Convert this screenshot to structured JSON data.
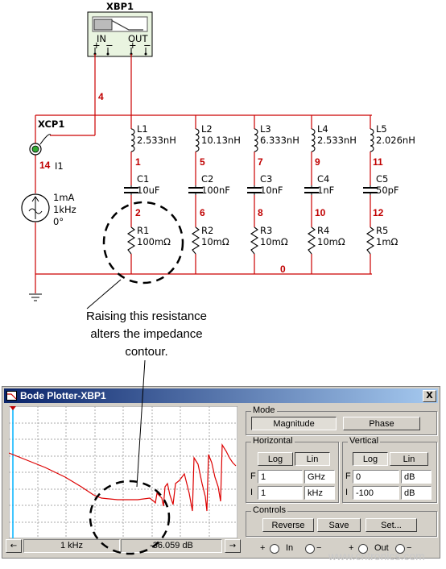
{
  "schematic": {
    "xbp1_label": "XBP1",
    "xbp1_in": "IN",
    "xbp1_out": "OUT",
    "xcp1_label": "XCP1",
    "source": {
      "name": "I1",
      "value1": "1mA",
      "value2": "1kHz",
      "value3": "0°"
    },
    "nets": {
      "n4": "4",
      "n14": "14",
      "n1": "1",
      "n2": "2",
      "n5": "5",
      "n6": "6",
      "n7": "7",
      "n8": "8",
      "n9": "9",
      "n10": "10",
      "n11": "11",
      "n12": "12",
      "n0": "0"
    },
    "inductors": [
      {
        "name": "L1",
        "value": "2.533nH"
      },
      {
        "name": "L2",
        "value": "10.13nH"
      },
      {
        "name": "L3",
        "value": "6.333nH"
      },
      {
        "name": "L4",
        "value": "2.533nH"
      },
      {
        "name": "L5",
        "value": "2.026nH"
      }
    ],
    "capacitors": [
      {
        "name": "C1",
        "value": "10uF"
      },
      {
        "name": "C2",
        "value": "100nF"
      },
      {
        "name": "C3",
        "value": "10nF"
      },
      {
        "name": "C4",
        "value": "1nF"
      },
      {
        "name": "C5",
        "value": "50pF"
      }
    ],
    "resistors": [
      {
        "name": "R1",
        "value": "100mΩ"
      },
      {
        "name": "R2",
        "value": "10mΩ"
      },
      {
        "name": "R3",
        "value": "10mΩ"
      },
      {
        "name": "R4",
        "value": "10mΩ"
      },
      {
        "name": "R5",
        "value": "1mΩ"
      }
    ],
    "colors": {
      "wire": "#cc0000",
      "component": "#000000",
      "net_label": "#c00000"
    }
  },
  "caption": {
    "line1": "Raising this resistance",
    "line2": "alters the impedance",
    "line3": "contour."
  },
  "bode_window": {
    "title": "Bode Plotter-XBP1",
    "close_label": "X",
    "readout_freq": "1 kHz",
    "readout_db": "-36.059 dB",
    "nav_left": "←",
    "nav_right": "→",
    "mode": {
      "label": "Mode",
      "magnitude": "Magnitude",
      "phase": "Phase",
      "selected": "Magnitude"
    },
    "horizontal": {
      "label": "Horizontal",
      "log": "Log",
      "lin": "Lin",
      "selected": "Lin",
      "f_label": "F",
      "f_value": "1",
      "f_unit": "GHz",
      "i_label": "I",
      "i_value": "1",
      "i_unit": "kHz"
    },
    "vertical": {
      "label": "Vertical",
      "log": "Log",
      "lin": "Lin",
      "selected": "Log",
      "f_label": "F",
      "f_value": "0",
      "f_unit": "dB",
      "i_label": "I",
      "i_value": "-100",
      "i_unit": "dB"
    },
    "controls": {
      "label": "Controls",
      "reverse": "Reverse",
      "save": "Save",
      "set": "Set..."
    },
    "footer": {
      "plus1": "+",
      "in": "In",
      "minus1": "−",
      "plus2": "+",
      "out": "Out",
      "minus2": "−"
    },
    "plot_colors": {
      "trace": "#dd0000",
      "grid": "#a8a8a8",
      "background": "#ffffff",
      "cursor": "#00b4ff"
    }
  },
  "watermark": "www.cntronics.com"
}
